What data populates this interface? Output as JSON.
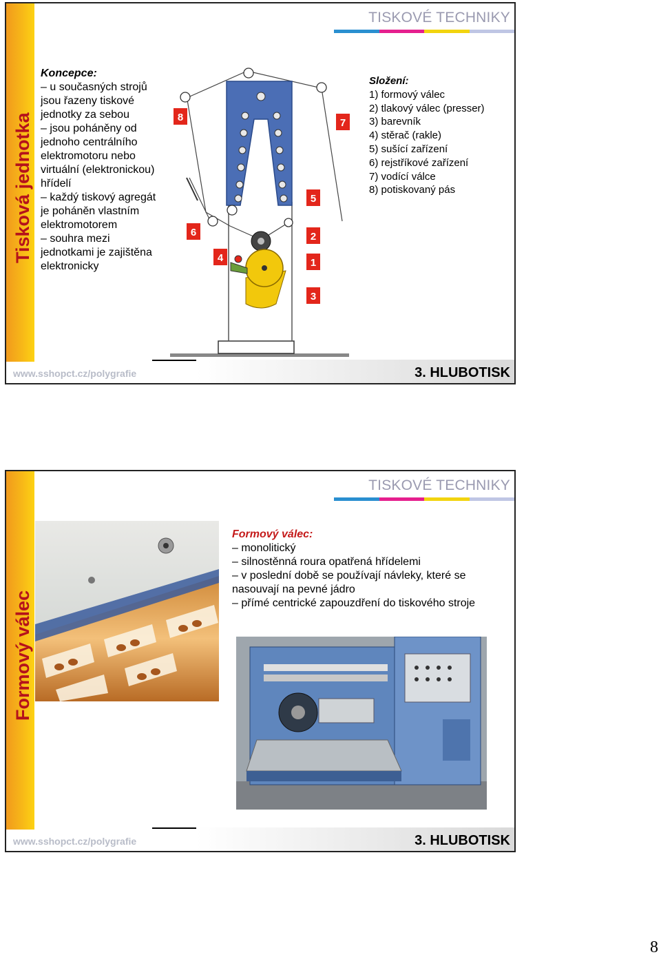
{
  "slides": [
    {
      "sidebar_title": "Tisková jednotka",
      "header_title": "TISKOVÉ TECHNIKY",
      "left": {
        "heading": "Koncepce:",
        "items": [
          "– u současných strojů jsou řazeny tiskové jednotky za sebou",
          "– jsou poháněny od jednoho centrálního elektromotoru nebo virtuální (elektronickou) hřídelí",
          "– každý tiskový agregát je poháněn vlastním elektromotorem",
          "– souhra mezi jednotkami je zajištěna elektronicky"
        ]
      },
      "right": {
        "heading": "Složení:",
        "items": [
          "1) formový válec",
          "2) tlakový válec (presser)",
          "3) barevník",
          "4) stěrač (rakle)",
          "5) sušící zařízení",
          "6) rejstříkové zařízení",
          "7) vodící válce",
          "8) potiskovaný pás"
        ]
      },
      "diagram_labels": [
        "8",
        "7",
        "6",
        "5",
        "4",
        "2",
        "1",
        "3"
      ],
      "footer_url": "www.sshopct.cz/polygrafie",
      "footer_section": "3. HLUBOTISK"
    },
    {
      "sidebar_title": "Formový válec",
      "header_title": "TISKOVÉ TECHNIKY",
      "text": {
        "heading": "Formový válec:",
        "items": [
          "– monolitický",
          "– silnostěnná roura opatřená hřídelemi",
          "– v poslední době se používají návleky, které se nasouvají na pevné jádro",
          "– přímé centrické zapouzdření do tiskového stroje"
        ]
      },
      "footer_url": "www.sshopct.cz/polygrafie",
      "footer_section": "3. HLUBOTISK"
    }
  ],
  "page_number": "8",
  "colors": {
    "sidebar_title": "#b5121b",
    "header_title": "#9a9ab0",
    "accent_bar": [
      "#2a8fd0",
      "#e51f8e",
      "#f2d40f",
      "#bfc6e4"
    ],
    "diagram_label_bg": "#e3261b",
    "diagram_frame": "#4b6eb5",
    "cylinder_yellow": "#f2c80c"
  }
}
